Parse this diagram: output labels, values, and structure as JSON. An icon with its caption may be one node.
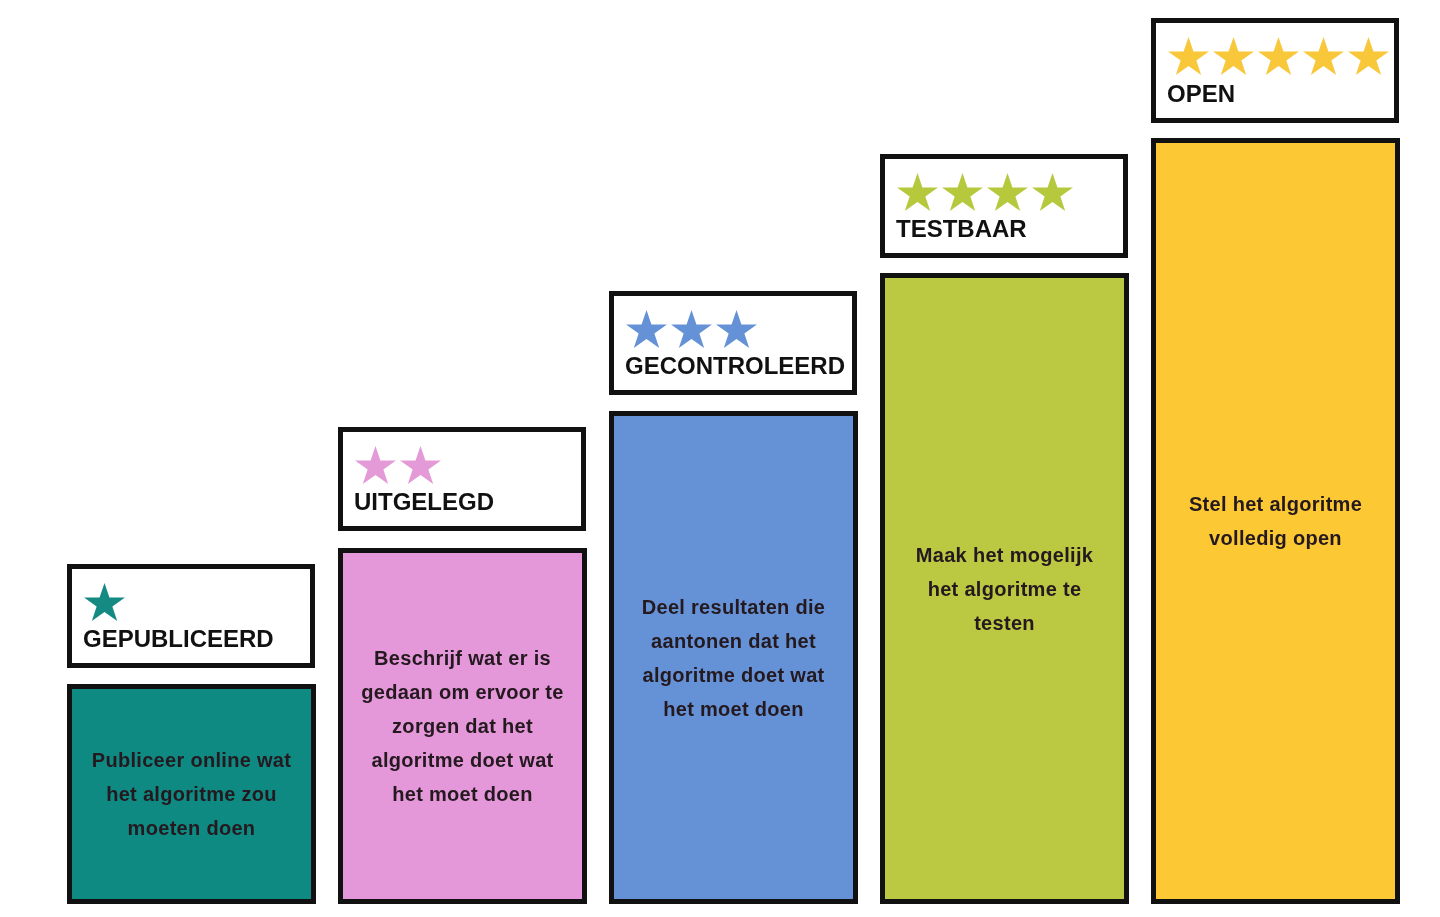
{
  "diagram": {
    "nodes": [
      {
        "text": [
          "GEPUBLICEERD"
        ]
      },
      {
        "text": [
          "Publiceer online wat het algoritme zou moeten doen"
        ]
      },
      {
        "text": [
          "UITGELEGD"
        ]
      },
      {
        "text": [
          "Beschrijf wat er is gedaan om ervoor te zorgen dat het algoritme doet wat het moet doen"
        ]
      },
      {
        "text": [
          "GECONTROLEERD"
        ]
      },
      {
        "text": [
          "Deel resultaten die aantonen dat het algoritme doet wat het moet doen"
        ]
      },
      {
        "text": [
          "TESTBAAR"
        ]
      },
      {
        "text": [
          "Maak het mogelijk het algoritme te testen"
        ]
      },
      {
        "text": [
          "OPEN"
        ]
      },
      {
        "text": [
          "Stel het algoritme volledig open"
        ]
      }
    ]
  }
}
